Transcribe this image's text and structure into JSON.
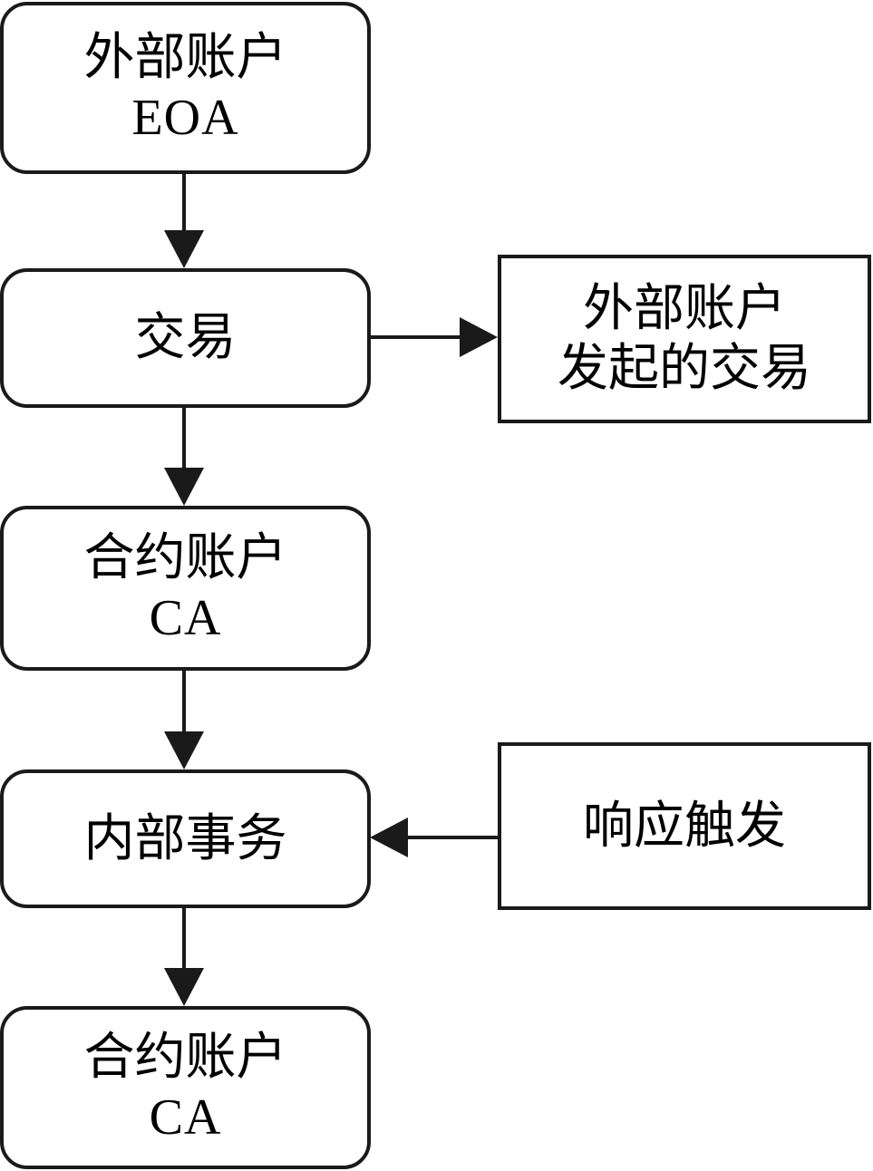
{
  "nodes": {
    "eoa": {
      "line1": "外部账户",
      "line2": "EOA"
    },
    "transaction": {
      "line1": "交易"
    },
    "ca_1": {
      "line1": "合约账户",
      "line2": "CA"
    },
    "internal_tx": {
      "line1": "内部事务"
    },
    "ca_2": {
      "line1": "合约账户",
      "line2": "CA"
    },
    "eoa_initiated": {
      "line1": "外部账户",
      "line2": "发起的交易"
    },
    "response_trigger": {
      "line1": "响应触发"
    }
  }
}
